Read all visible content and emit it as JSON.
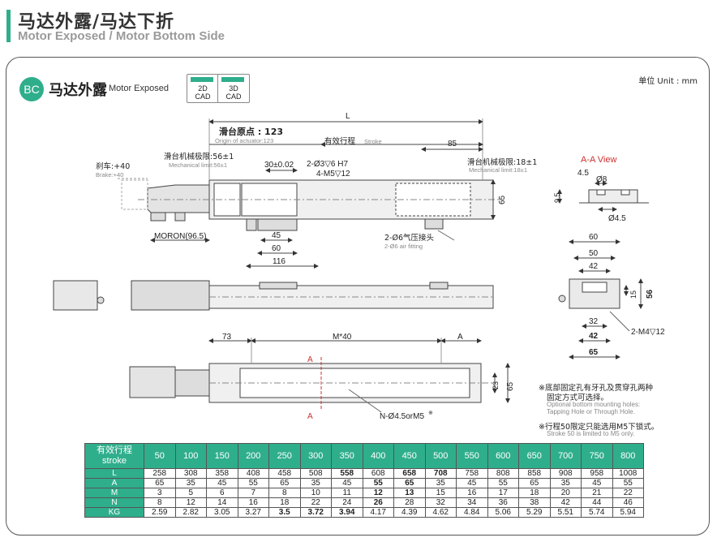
{
  "header": {
    "title": "马达外露/马达下折",
    "subtitle": "Motor Exposed / Motor Bottom Side"
  },
  "section": {
    "badge": "BC",
    "title": "马达外露",
    "subtitle": "Motor Exposed",
    "cad_2d": [
      "2D",
      "CAD"
    ],
    "cad_3d": [
      "3D",
      "CAD"
    ],
    "unit": "单位 Unit : mm"
  },
  "dimensions": {
    "L": "L",
    "origin_cn": "滑台原点 : 123",
    "origin_en": "Origin of actuator:123",
    "stroke_cn": "有效行程",
    "stroke_en": "Stroke",
    "d85": "85",
    "brake_cn": "刹车:+40",
    "brake_en": "Brake:+40",
    "mech_left_cn": "滑台机械极限:56±1",
    "mech_left_en": "Mechanical limit:56±1",
    "mech_right_cn": "滑台机械极限:18±1",
    "mech_right_en": "Mechanical limit:18±1",
    "d30": "30±0.02",
    "hole_a": "2-Ø3▽6 H7",
    "hole_b": "4-M5▽12",
    "d65": "65",
    "moron": "MORON(96.5)",
    "d45": "45",
    "d60": "60",
    "d116": "116",
    "air_cn": "2-Ø6气压接头",
    "air_en": "2-Ø6 air fitting",
    "d73": "73",
    "m40": "M*40",
    "a_dim": "A",
    "a_mark": "A",
    "d23": "23",
    "d65b": "65",
    "n_hole": "N-Ø4.5orM5",
    "n_hole_sup": "※"
  },
  "side_view": {
    "title": "A-A View",
    "d45": "4.5",
    "d8": "Ø8",
    "d95": "9.5",
    "d45b": "Ø4.5",
    "d60": "60",
    "d50": "50",
    "d42": "42",
    "d15": "15",
    "d56": "56",
    "d32": "32",
    "d42b": "42",
    "d65": "65",
    "tap": "2-M4▽12"
  },
  "notes": {
    "n1_cn": "※底部固定孔有牙孔及贯穿孔两种",
    "n1_cn2": "固定方式可选择。",
    "n1_en": "Optional bottom mounting holes:",
    "n1_en2": "Tapping Hole or Through Hole.",
    "n2_cn": "※行程50限定只能选用M5下锁式。",
    "n2_en": "Stroke 50 is limited to M5 only."
  },
  "table": {
    "header_cn": "有效行程",
    "header_en": "stroke",
    "strokes": [
      "50",
      "100",
      "150",
      "200",
      "250",
      "300",
      "350",
      "400",
      "450",
      "500",
      "550",
      "600",
      "650",
      "700",
      "750",
      "800"
    ],
    "rows": [
      {
        "label": "L",
        "values": [
          "258",
          "308",
          "358",
          "408",
          "458",
          "508",
          "558",
          "608",
          "658",
          "708",
          "758",
          "808",
          "858",
          "908",
          "958",
          "1008"
        ]
      },
      {
        "label": "A",
        "values": [
          "65",
          "35",
          "45",
          "55",
          "65",
          "35",
          "45",
          "55",
          "65",
          "35",
          "45",
          "55",
          "65",
          "35",
          "45",
          "55"
        ]
      },
      {
        "label": "M",
        "values": [
          "3",
          "5",
          "6",
          "7",
          "8",
          "10",
          "11",
          "12",
          "13",
          "15",
          "16",
          "17",
          "18",
          "20",
          "21",
          "22"
        ]
      },
      {
        "label": "N",
        "values": [
          "8",
          "12",
          "14",
          "16",
          "18",
          "22",
          "24",
          "26",
          "28",
          "32",
          "34",
          "36",
          "38",
          "42",
          "44",
          "46"
        ]
      },
      {
        "label": "KG",
        "values": [
          "2.59",
          "2.82",
          "3.05",
          "3.27",
          "3.5",
          "3.72",
          "3.94",
          "4.17",
          "4.39",
          "4.62",
          "4.84",
          "5.06",
          "5.29",
          "5.51",
          "5.74",
          "5.94"
        ]
      }
    ]
  },
  "colors": {
    "accent": "#2fae8c",
    "alert": "#d03030"
  }
}
